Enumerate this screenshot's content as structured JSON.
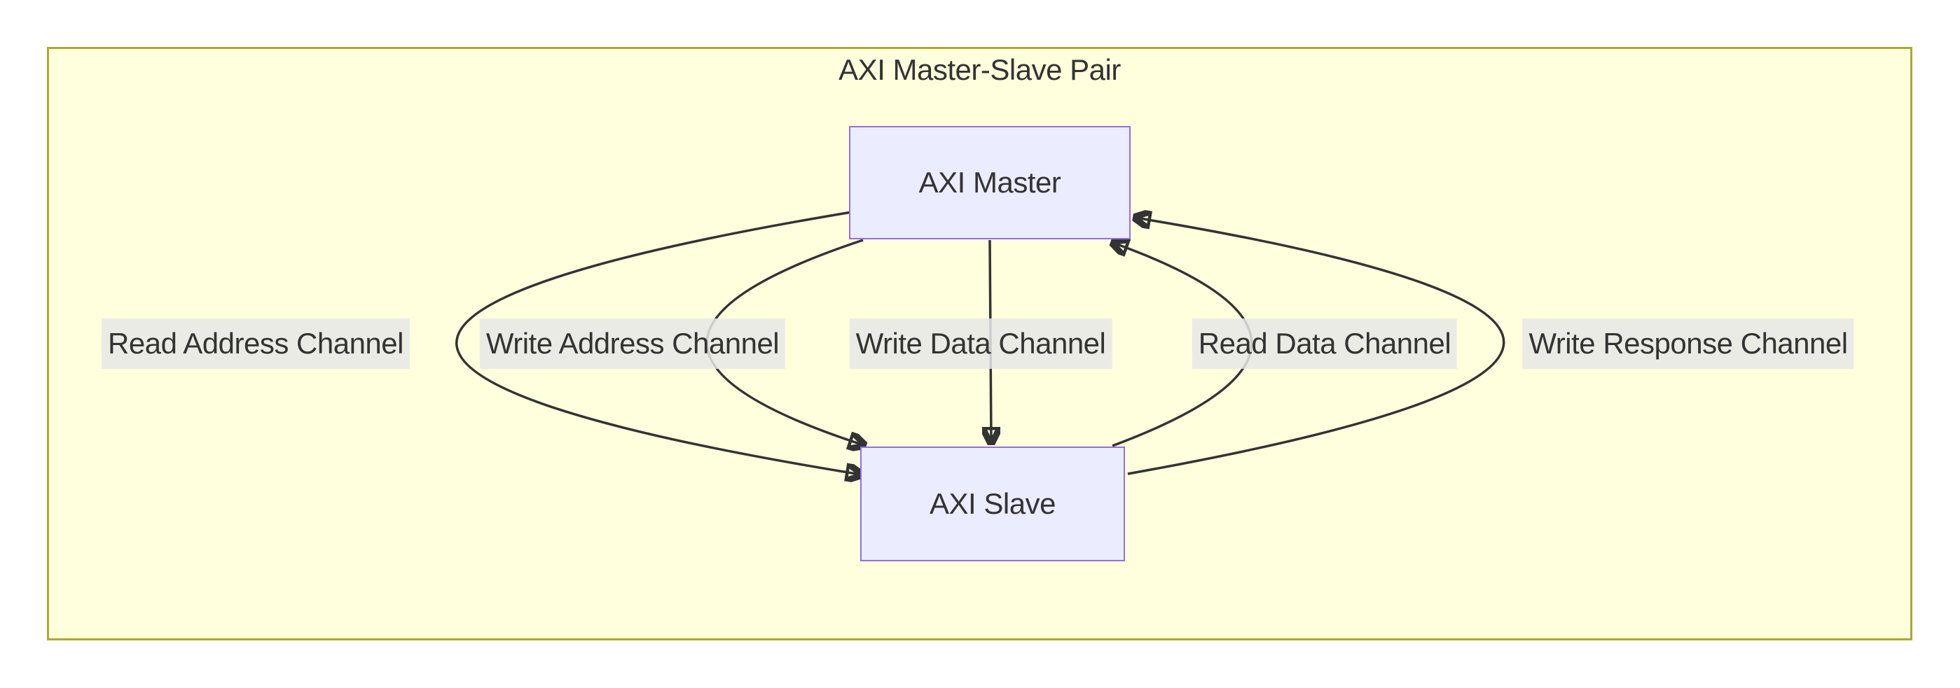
{
  "diagram": {
    "title": "AXI Master-Slave Pair",
    "nodes": {
      "master": {
        "label": "AXI Master"
      },
      "slave": {
        "label": "AXI Slave"
      }
    },
    "edges": [
      {
        "from": "master",
        "to": "slave",
        "label": "Read Address Channel"
      },
      {
        "from": "master",
        "to": "slave",
        "label": "Write Address Channel"
      },
      {
        "from": "master",
        "to": "slave",
        "label": "Write Data Channel"
      },
      {
        "from": "slave",
        "to": "master",
        "label": "Read Data Channel"
      },
      {
        "from": "slave",
        "to": "master",
        "label": "Write Response Channel"
      }
    ],
    "colors": {
      "page_background": "#ffffff",
      "cluster_fill": "#ffffde",
      "cluster_border": "#aaaa33",
      "node_fill": "#ECECFF",
      "node_border": "#9370DB",
      "edge_stroke": "#333333",
      "text": "#333333",
      "edge_label_background": "#e8e8e8"
    }
  }
}
